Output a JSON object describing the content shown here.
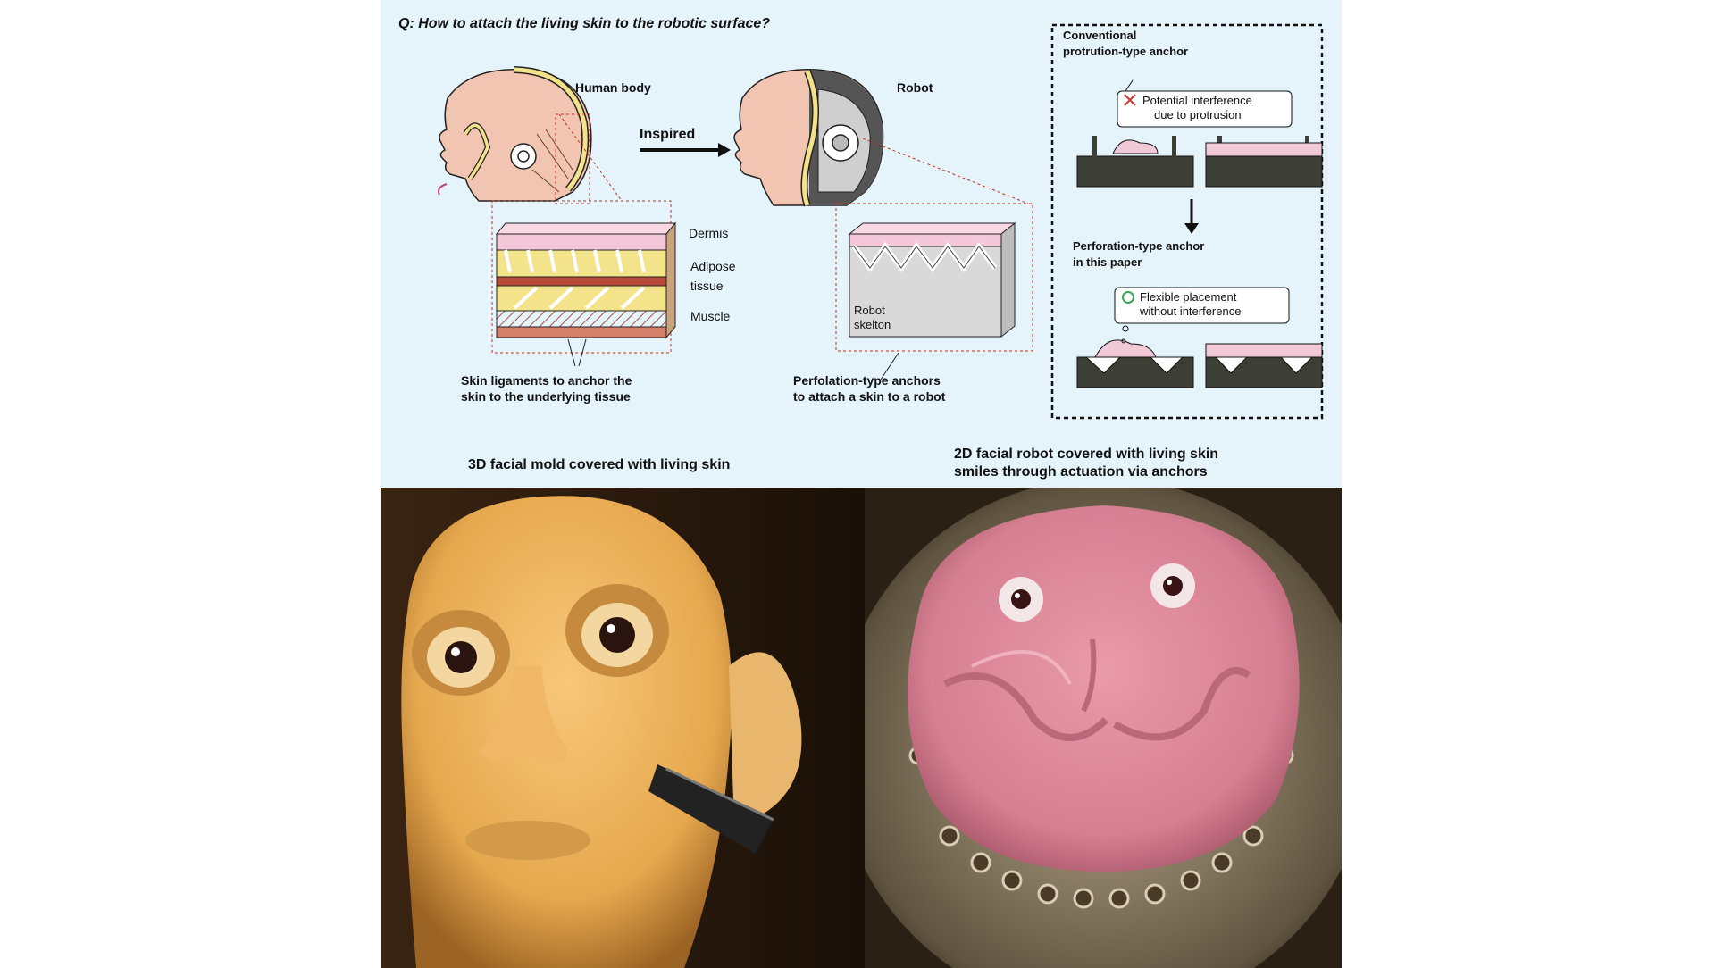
{
  "question": "Q: How to attach the living skin to the robotic surface?",
  "human": {
    "title": "Human body",
    "layers": {
      "dermis": "Dermis",
      "adipose_1": "Adipose",
      "adipose_2": "tissue",
      "muscle": "Muscle"
    },
    "caption_1": "Skin ligaments to anchor the",
    "caption_2": "skin to the underlying tissue"
  },
  "inspired_label": "Inspired",
  "robot": {
    "title": "Robot",
    "skeleton_1": "Robot",
    "skeleton_2": "skelton",
    "caption_1": "Perfolation-type anchors",
    "caption_2": "to attach a skin to a robot"
  },
  "comparison": {
    "conventional_1": "Conventional",
    "conventional_2": "protrution-type anchor",
    "interference_1": "Potential interference",
    "interference_2": "due to protrusion",
    "perforation_1": "Perforation-type anchor",
    "perforation_2": "in this paper",
    "flexible_1": "Flexible placement",
    "flexible_2": "without interference"
  },
  "photos": {
    "left_title": "3D facial mold covered with living skin",
    "right_title_1": "2D facial robot covered with living skin",
    "right_title_2": "smiles through actuation via anchors"
  },
  "colors": {
    "panel_bg": "#e5f3fb",
    "skin_pink": "#f2c9d6",
    "dark_base": "#3d3f36",
    "cross_red": "#d0342c",
    "circle_green": "#3aa655"
  }
}
